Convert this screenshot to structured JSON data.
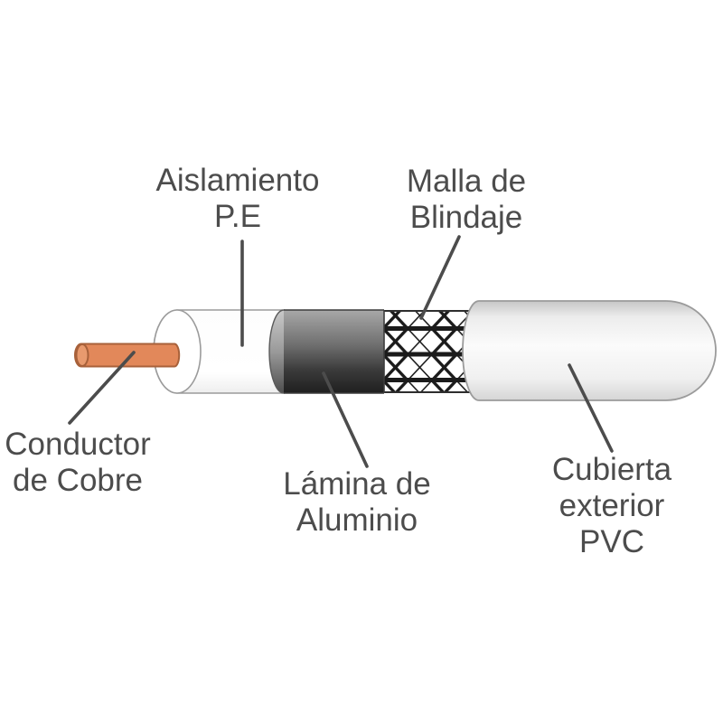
{
  "diagram": {
    "name": "coaxial-cable-cutaway",
    "labels": {
      "aislamiento": "Aislamiento\nP.E",
      "malla": "Malla de\nBlindaje",
      "conductor": "Conductor\nde Cobre",
      "lamina": "Lámina de\nAluminio",
      "cubierta": "Cubierta\nexterior\nPVC"
    },
    "parts": {
      "copper_conductor": "Conductor de Cobre",
      "pe_insulation": "Aislamiento P.E",
      "aluminum_foil": "Lámina de Aluminio",
      "shield_mesh": "Malla de Blindaje",
      "pvc_jacket": "Cubierta exterior PVC"
    },
    "colors": {
      "background": "#ffffff",
      "text": "#4c4c4c",
      "leader": "#4c4c4c",
      "copper": "#e2885a",
      "copper_highlight": "#e89a6e",
      "copper_outline": "#a8613a",
      "outline_gray": "#9b9b9b",
      "foil_top": "#a8a8a8",
      "foil_bottom": "#1f1f1f",
      "mesh_line": "#1b1b1b",
      "pvc_top": "#c6c6c6",
      "pvc_mid": "#fbfbfb",
      "pvc_bottom": "#d5d5d5"
    }
  }
}
